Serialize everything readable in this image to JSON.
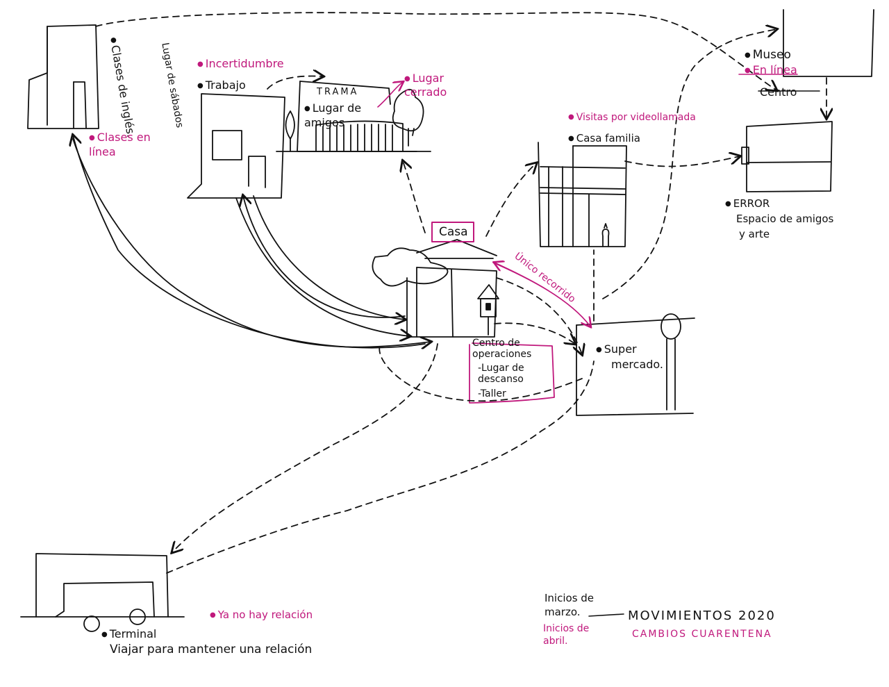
{
  "colors": {
    "ink": "#111111",
    "accent": "#c0187c"
  },
  "places": {
    "clases_ingles": {
      "bullet_text": "Clases de inglés.",
      "sub": "Lugar de sábados",
      "online": "Clases en línea"
    },
    "trabajo": {
      "name": "Trabajo",
      "note": "Incertidumbre"
    },
    "trama": {
      "sign": "TRAMA",
      "name": "Lugar de amigos",
      "note": "Lugar cerrado"
    },
    "casa_familia": {
      "note": "Visitas por videollamada",
      "name": "Casa familia"
    },
    "museo": {
      "name": "Museo",
      "note": "En línea",
      "centro": "Centro"
    },
    "error": {
      "name": "ERROR",
      "desc_line1": "Espacio de amigos",
      "desc_line2": "y arte"
    },
    "casa": {
      "name": "Casa",
      "roles": [
        "Centro de operaciones",
        "-Lugar de descanso",
        "-Taller"
      ]
    },
    "supermercado": {
      "name_line1": "Super",
      "name_line2": "mercado."
    },
    "terminal": {
      "name": "Terminal",
      "note": "Ya no hay relación",
      "desc": "Viajar para mantener una relación"
    },
    "unico_recorrido": "Único recorrido"
  },
  "legend": {
    "black_label_line1": "Inicios de",
    "black_label_line2": "marzo.",
    "pink_label_line1": "Inicios de",
    "pink_label_line2": "abril.",
    "title": "MOVIMIENTOS 2020",
    "subtitle": "CAMBIOS CUARENTENA"
  }
}
